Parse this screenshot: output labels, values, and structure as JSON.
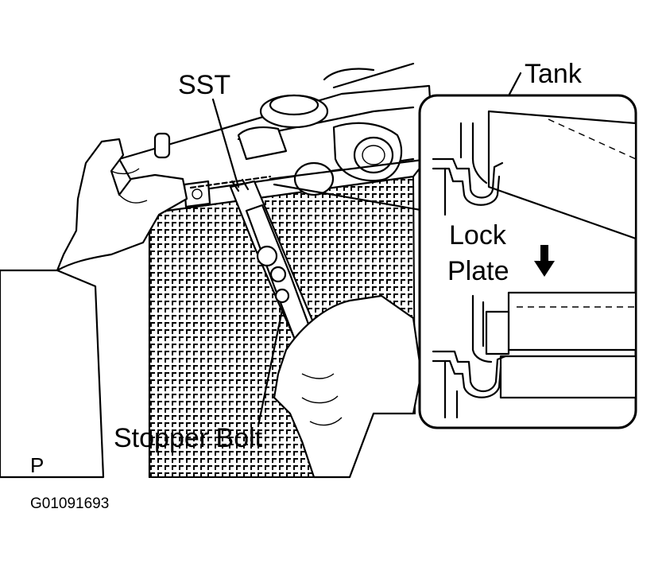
{
  "labels": {
    "sst": "SST",
    "tank": "Tank",
    "lock_plate_line1": "Lock",
    "lock_plate_line2": "Plate",
    "stopper_bolt": "Stopper Bolt",
    "mark_p": "P",
    "figure_code": "G01091693"
  },
  "colors": {
    "ink": "#000000",
    "paper": "#ffffff"
  },
  "icons": {
    "direction": "down-arrow-icon"
  }
}
